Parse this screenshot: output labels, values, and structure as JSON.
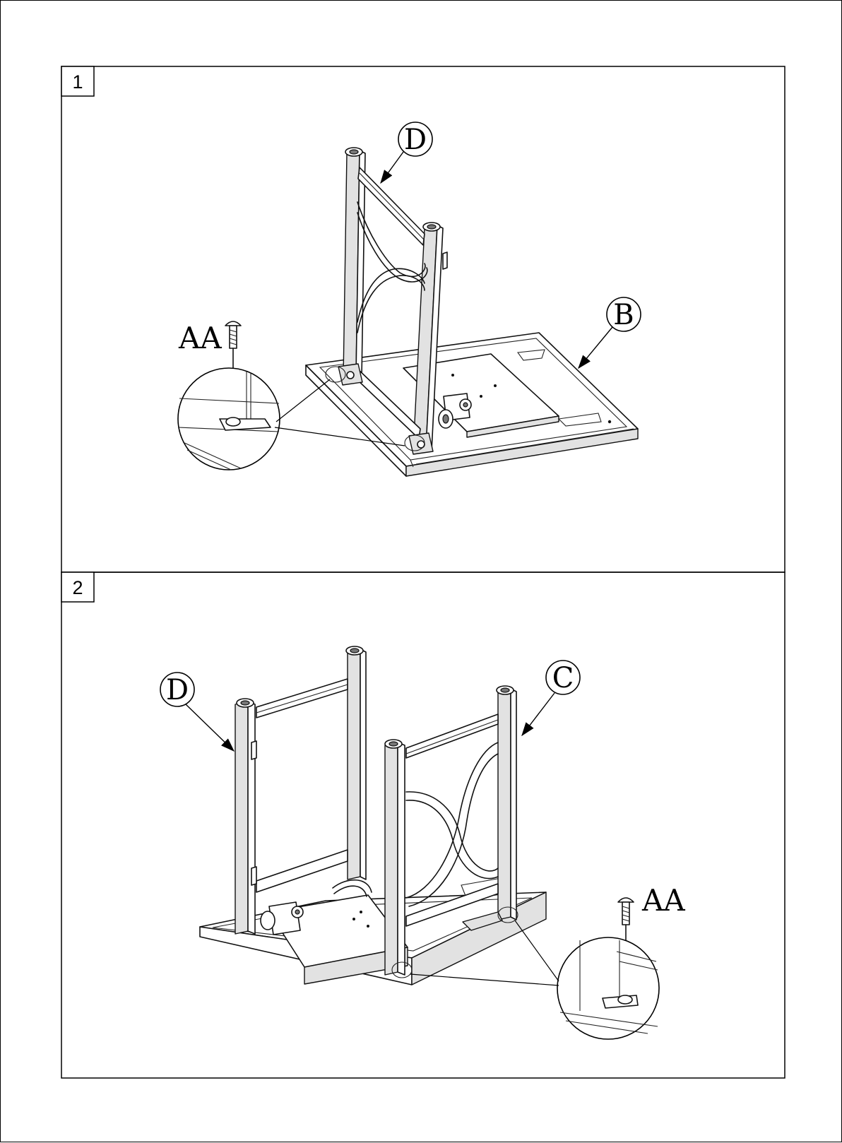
{
  "steps": [
    {
      "number": "1",
      "callouts": [
        "D",
        "B"
      ],
      "hardware": "AA"
    },
    {
      "number": "2",
      "callouts": [
        "D",
        "C"
      ],
      "hardware": "AA"
    }
  ]
}
